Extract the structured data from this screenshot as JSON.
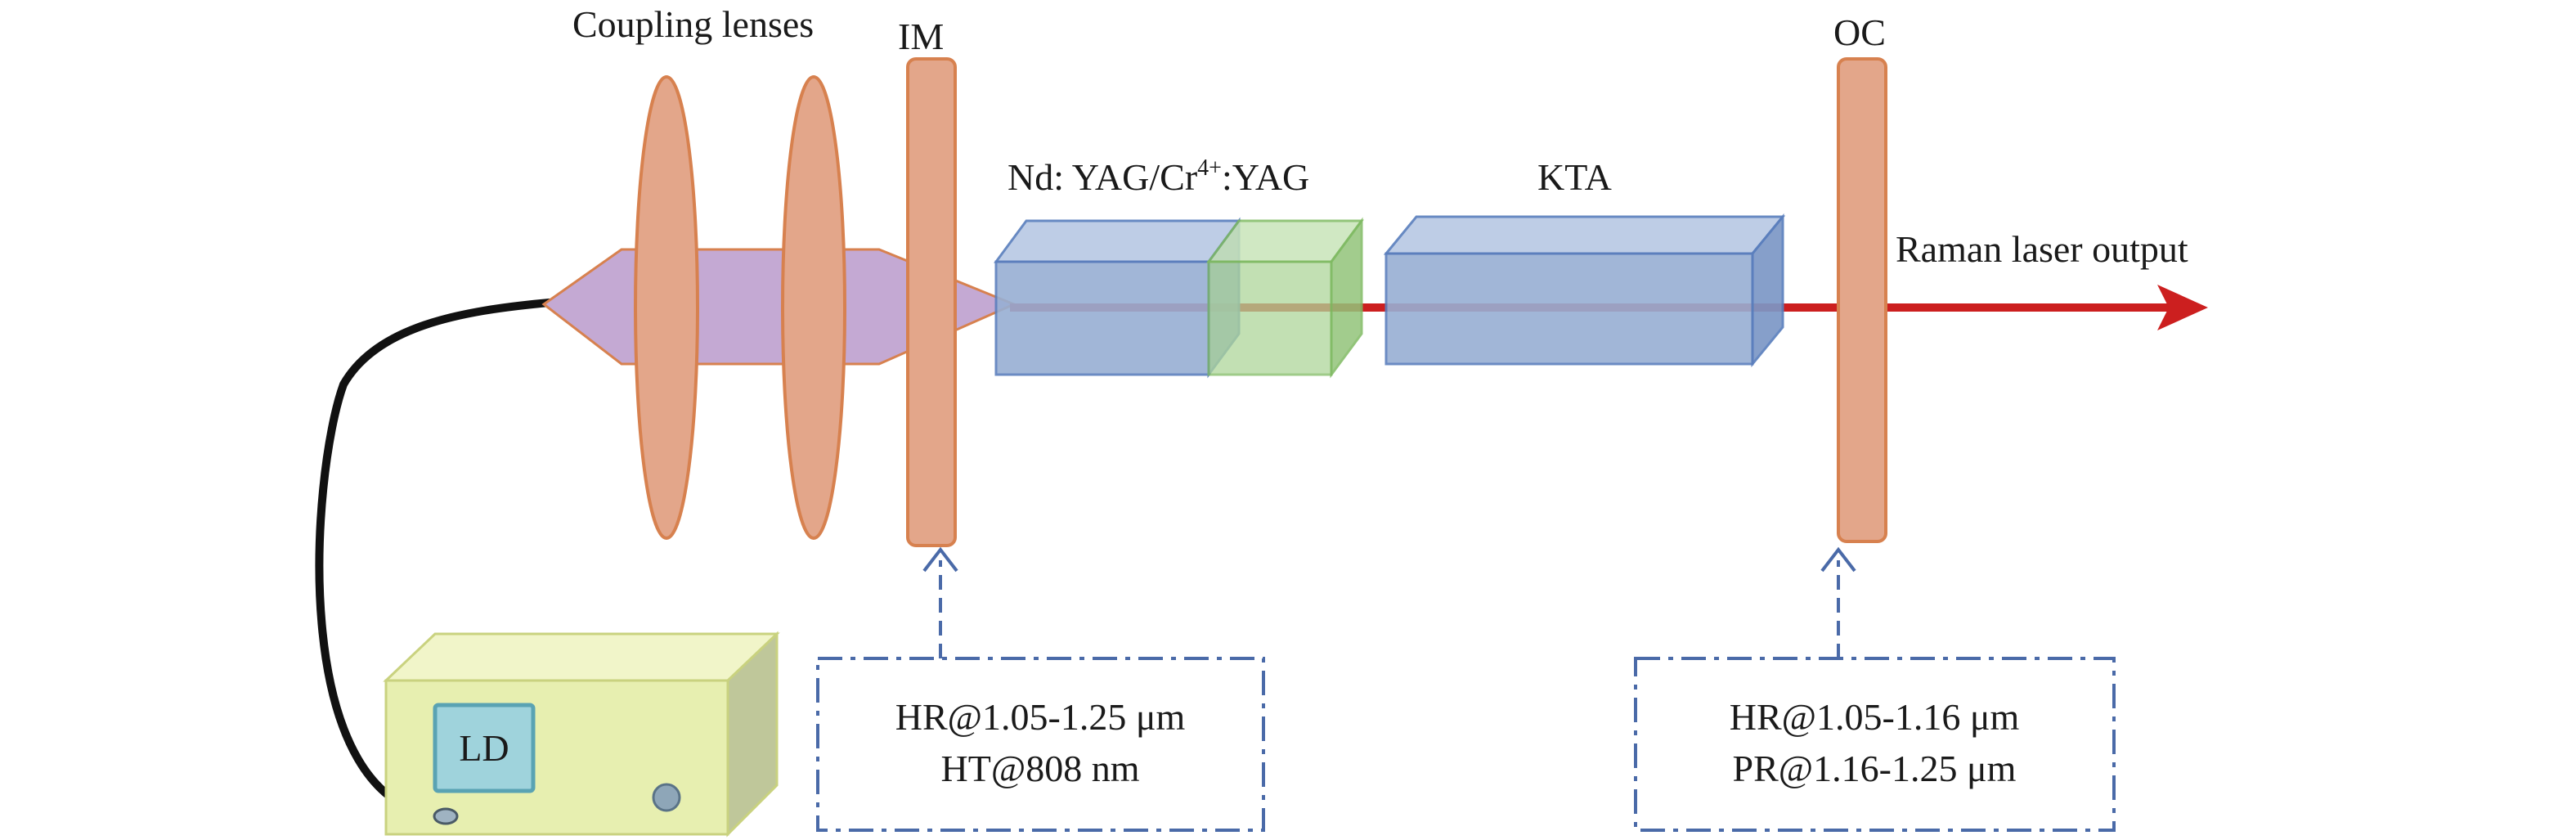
{
  "labels": {
    "coupling_lenses": "Coupling lenses",
    "im": "IM",
    "crystal_prefix": "Nd: YAG/Cr",
    "crystal_sup": "4+",
    "crystal_suffix": ":YAG",
    "kta": "KTA",
    "oc": "OC",
    "output": "Raman laser output",
    "ld": "LD"
  },
  "im_coating": {
    "line1": "HR@1.05-1.25 μm",
    "line2": "HT@808 nm"
  },
  "oc_coating": {
    "line1": "HR@1.05-1.16 μm",
    "line2": "PR@1.16-1.25 μm"
  },
  "colors": {
    "lens_fill": "#e3a68a",
    "lens_stroke": "#d7814f",
    "pump_fill": "#c4a9d3",
    "crystal_fill": "#97afd3",
    "crystal_stroke": "#5b7fbd",
    "saturable_fill": "#aed69a",
    "saturable_stroke": "#7fba62",
    "laser_beam": "#cc1f1f",
    "ld_box": "#e7efb0",
    "ld_box_stroke": "#c9d27f",
    "ld_chip": "#9fd3dc",
    "dash_box": "#4a6aa8",
    "fiber": "#111111"
  }
}
